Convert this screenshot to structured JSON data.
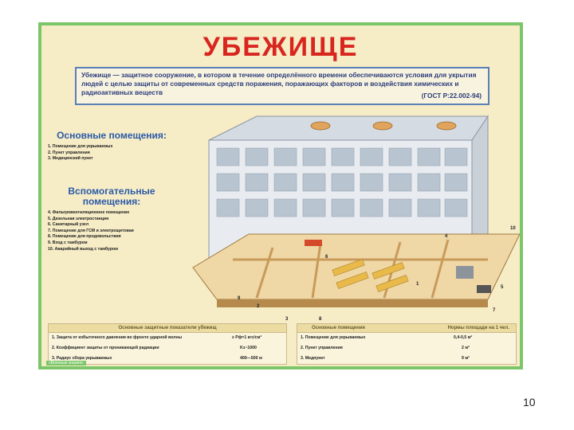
{
  "title": "УБЕЖИЩЕ",
  "definition": {
    "text": "Убежище — защитное сооружение, в котором в течение определённого времени обеспечиваются условия для укрытия людей с целью защиты от современных средств поражения, поражающих факторов и воздействия химических и радиоактивных веществ",
    "standard": "(ГОСТ Р:22.002-94)"
  },
  "main_rooms": {
    "heading": "Основные помещения:",
    "items": [
      "1. Помещение для укрываемых",
      "2. Пункт управления",
      "3. Медицинский пункт"
    ]
  },
  "aux_rooms": {
    "heading": "Вспомогательные помещения:",
    "items": [
      "4. Фильтровентиляционное помещение",
      "5. Дизельная электростанция",
      "6. Санитарный узел",
      "7. Помещение для ГСМ и электрощитовая",
      "8. Помещение для продовольствия",
      "9. Вход с тамбуром",
      "10. Аварийный выход с тамбуром"
    ]
  },
  "callouts": [
    "1",
    "2",
    "3",
    "4",
    "5",
    "6",
    "7",
    "8",
    "9",
    "10"
  ],
  "protection_table": {
    "header": "Основные защитные показатели убежищ",
    "rows": [
      {
        "label": "1. Защита от избыточного давления во фронте ударной волны",
        "value": "≥ Pф=1 кгс/см²"
      },
      {
        "label": "2. Коэффициент защиты от проникающей радиации",
        "value": "Kз~1000"
      },
      {
        "label": "3. Радиус сбора укрываемых",
        "value": "400—500 м"
      }
    ]
  },
  "norms_table": {
    "header_left": "Основные помещения",
    "header_right": "Нормы площади на 1 чел.",
    "rows": [
      {
        "label": "1. Помещение для укрываемых",
        "value": "0,4-0,5 м²"
      },
      {
        "label": "2. Пункт управления",
        "value": "2 м²"
      },
      {
        "label": "3. Медпункт",
        "value": "9 м²"
      }
    ]
  },
  "footer_tag": "«Военные знания»",
  "page_number": "10",
  "colors": {
    "title": "#d8261f",
    "frame": "#7cc66a",
    "poster_bg": "#f6ecc6",
    "heading_blue": "#2a5aa8"
  }
}
